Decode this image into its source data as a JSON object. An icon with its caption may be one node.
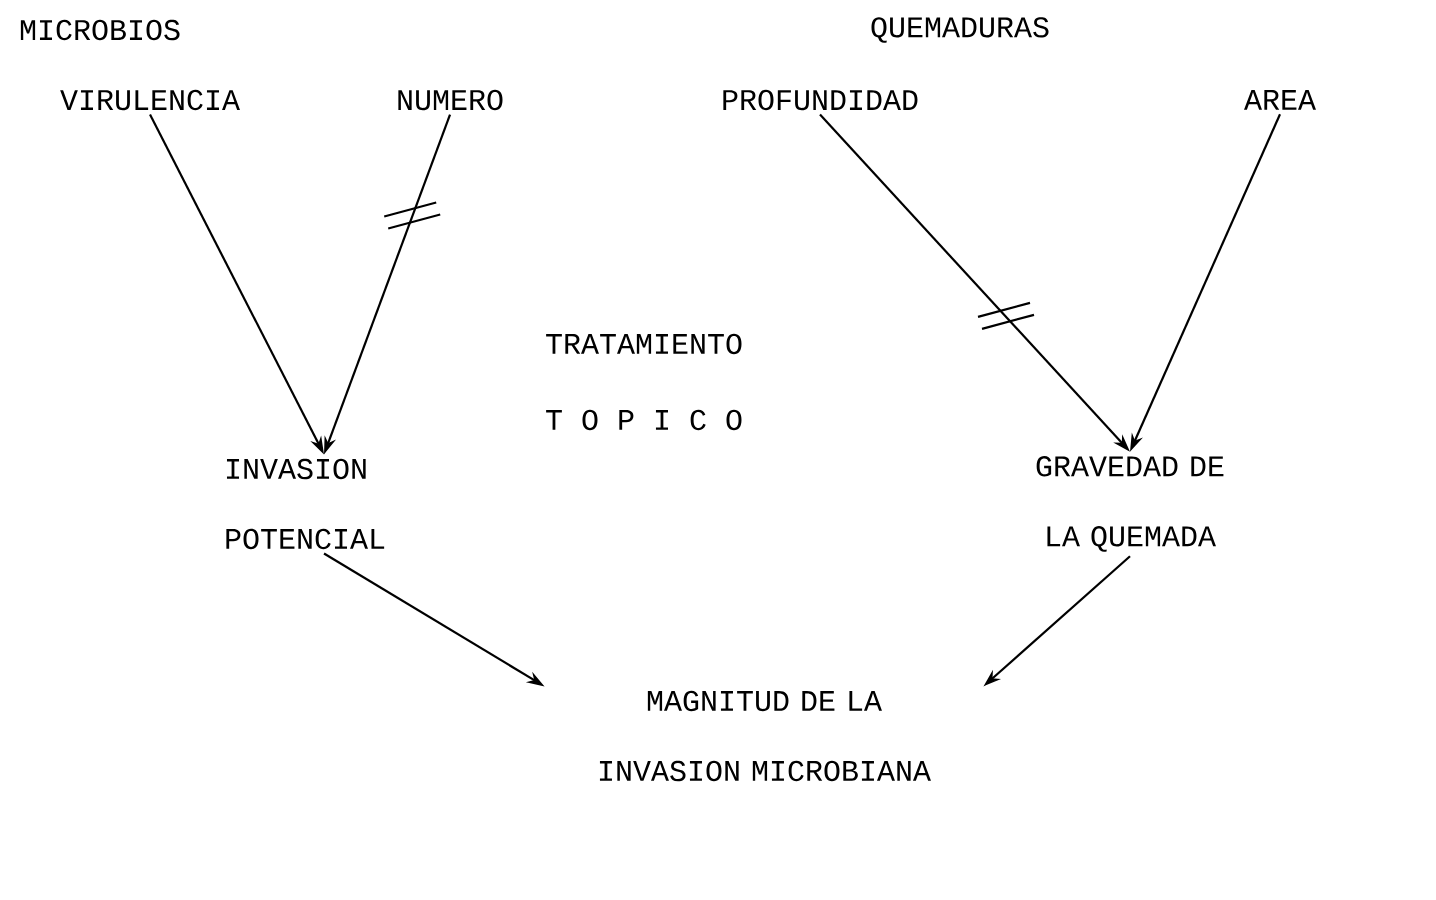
{
  "diagram": {
    "nodes": [
      {
        "text": [
          "VIRULENCIA"
        ]
      },
      {
        "text": [
          "NUMERO"
        ]
      },
      {
        "text": [
          "PROFUNDIDAD"
        ]
      },
      {
        "text": [
          "AREA"
        ]
      },
      {
        "text": [
          "INVASION POTENCIAL"
        ]
      },
      {
        "text": [
          "GRAVEDAD DE LA QUEMADA"
        ]
      },
      {
        "text": [
          "MAGNITUD DE LA INVASION MICROBIANA"
        ]
      }
    ],
    "edges": [
      {
        "from": 0,
        "to": 4,
        "arrow": "to"
      },
      {
        "from": 1,
        "to": 4,
        "arrow": "to"
      },
      {
        "from": 2,
        "to": 5,
        "arrow": "to"
      },
      {
        "from": 3,
        "to": 5,
        "arrow": "to"
      },
      {
        "from": 4,
        "to": 6,
        "arrow": "to"
      },
      {
        "from": 5,
        "to": 6,
        "arrow": "to"
      }
    ],
    "labels": [
      "MICROBIOS",
      "QUEMADURAS",
      "TRATAMIENTO",
      "T O P I C O"
    ]
  }
}
